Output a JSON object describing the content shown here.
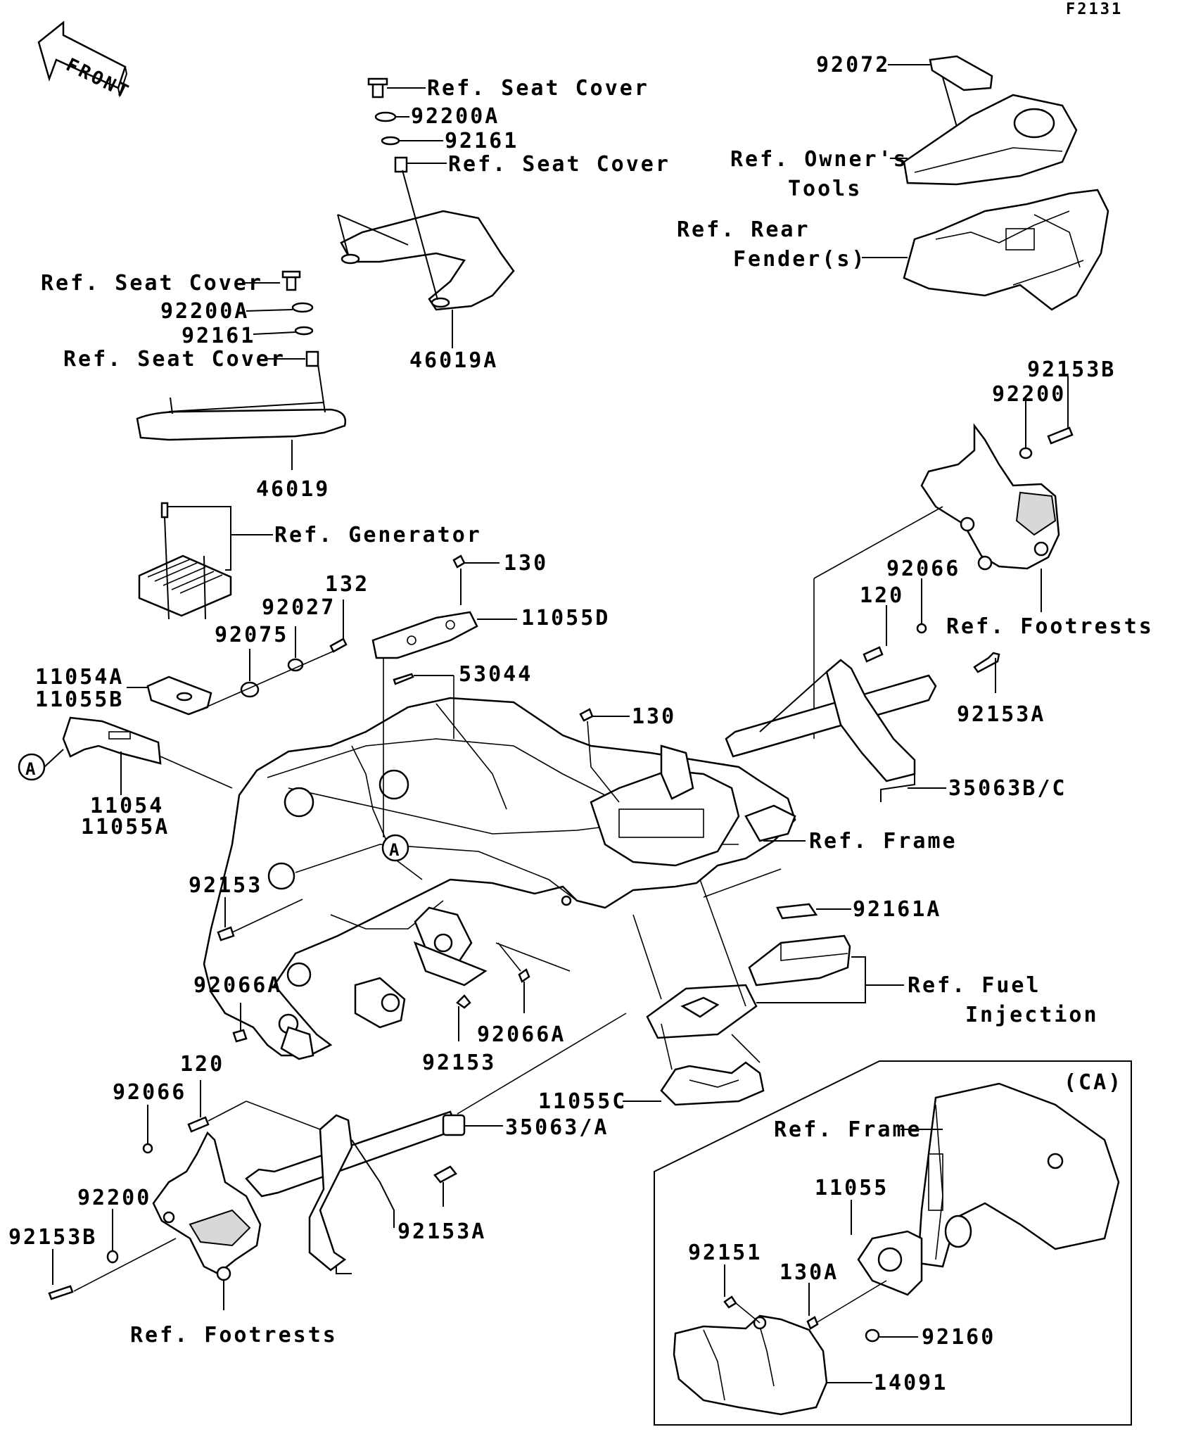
{
  "diagram_id": "F2131",
  "front_arrow": "FRONT",
  "callout_marker": "A",
  "ca_box_label": "(CA)",
  "labels": {
    "ref_seat_cover": "Ref. Seat Cover",
    "p92200A": "92200A",
    "p92161": "92161",
    "p46019A": "46019A",
    "p46019": "46019",
    "p92072": "92072",
    "ref_owners_tools_1": "Ref. Owner's",
    "ref_owners_tools_2": "Tools",
    "ref_rear_fender_1": "Ref. Rear",
    "ref_rear_fender_2": "Fender(s)",
    "ref_generator": "Ref. Generator",
    "p130": "130",
    "p11055D": "11055D",
    "p53044": "53044",
    "p132": "132",
    "p92027": "92027",
    "p92075": "92075",
    "p11054A": "11054A",
    "p11055B": "11055B",
    "p11054": "11054",
    "p11055A": "11055A",
    "p92153B": "92153B",
    "p92200": "92200",
    "p92066": "92066",
    "p120": "120",
    "ref_footrests": "Ref. Footrests",
    "p92153A": "92153A",
    "p35063BC": "35063B/C",
    "ref_frame": "Ref. Frame",
    "p92161A": "92161A",
    "ref_fuel_injection_1": "Ref. Fuel",
    "ref_fuel_injection_2": "Injection",
    "p92153": "92153",
    "p92066A": "92066A",
    "p11055C": "11055C",
    "p35063A": "35063/A",
    "p11055": "11055",
    "p92151": "92151",
    "p130A": "130A",
    "p92160": "92160",
    "p14091": "14091"
  }
}
